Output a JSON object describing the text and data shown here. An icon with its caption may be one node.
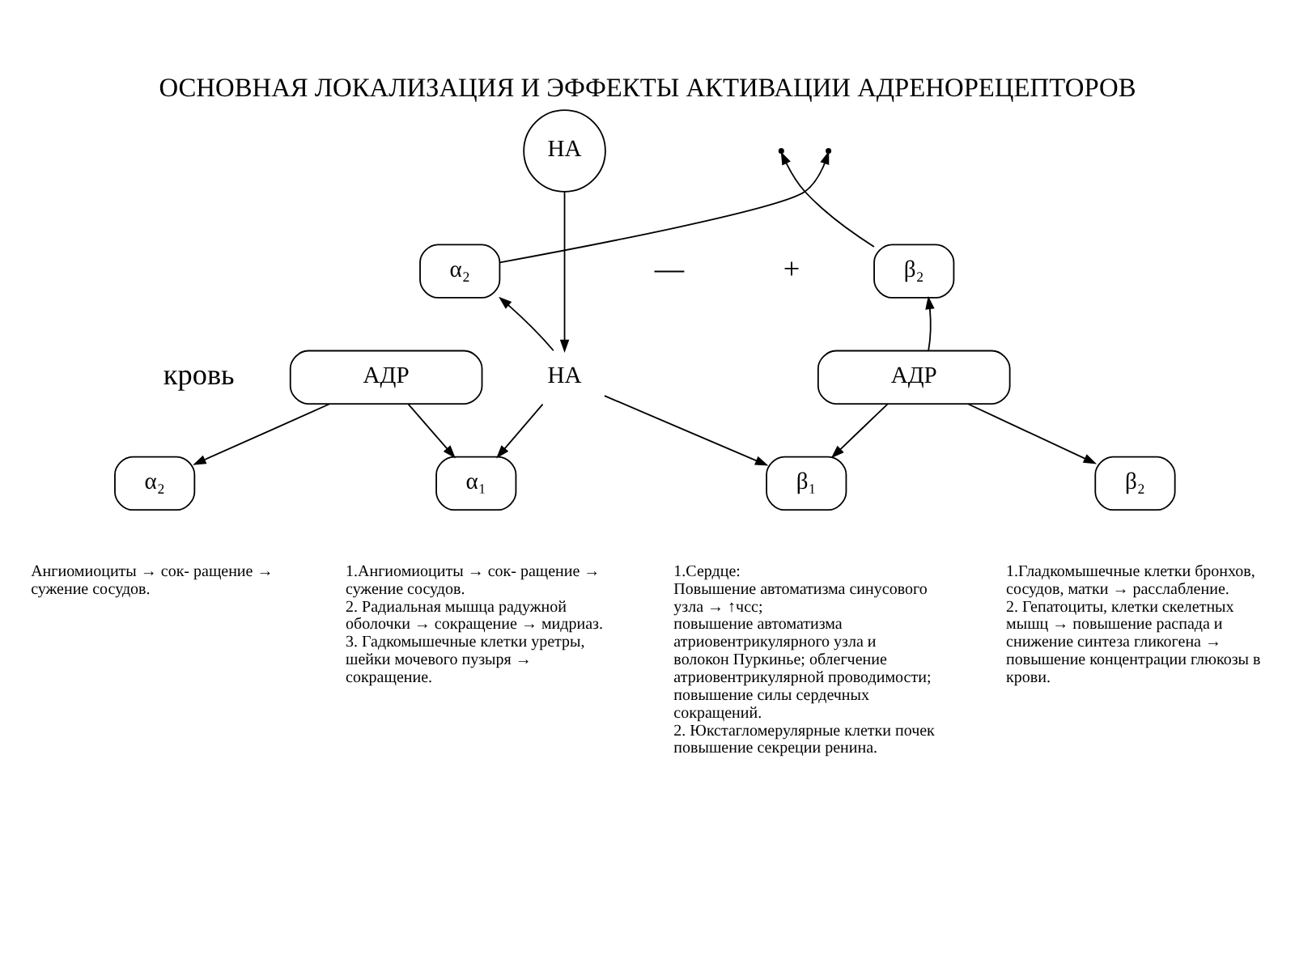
{
  "diagram": {
    "title": "ОСНОВНАЯ ЛОКАЛИЗАЦИЯ И ЭФФЕКТЫ АКТИВАЦИИ АДРЕНОРЕЦЕПТОРОВ",
    "nodes": [
      {
        "text": [
          "НА"
        ]
      },
      {
        "text": [
          "α₂"
        ]
      },
      {
        "text": [
          "β₂"
        ]
      },
      {
        "text": [
          "АДР"
        ]
      },
      {
        "text": [
          "АДР"
        ]
      },
      {
        "text": [
          "НА"
        ]
      },
      {
        "text": [
          "α₂"
        ],
        "beside": [
          "Ангиомиоциты → сок- ращение → сужение сосудов."
        ]
      },
      {
        "text": [
          "α₁"
        ],
        "beside": [
          "1.Ангиомиоциты → сок- ращение → сужение сосудов.",
          "2. Радиальная мышца радужной оболочки → сокращение → мидриаз.",
          "3. Гадкомышечные клетки уретры, шейки мочевого пузыря → сокращение."
        ]
      },
      {
        "text": [
          "β₁"
        ],
        "beside": [
          "1.Сердце:",
          "Повышение автоматизма синусового узла → ↑чсс;",
          "повышение автоматизма атриовентрикулярного узла и волокон Пуркинье; облегчение атриовентрикулярной проводимости;",
          "повышение силы сердечных сокращений.",
          "2. Юкстагломерулярные клетки почек повышение секреции ренина."
        ]
      },
      {
        "text": [
          "β₂"
        ],
        "beside": [
          "1.Гладкомышечные клетки бронхов, сосудов, матки → расслабление.",
          "2. Гепатоциты, клетки скелетных мышц → повышение распада и снижение синтеза гликогена → повышение концентрации глюкозы в крови."
        ]
      }
    ],
    "edges": [
      {
        "from": 0,
        "to": 5,
        "arrow": "to"
      },
      {
        "from": 1,
        "to": null,
        "arrow": "to"
      },
      {
        "from": 2,
        "to": null,
        "arrow": "to"
      },
      {
        "from": 5,
        "to": 1,
        "arrow": "to"
      },
      {
        "from": 4,
        "to": 2,
        "arrow": "to"
      },
      {
        "from": 3,
        "to": 6,
        "arrow": "to"
      },
      {
        "from": 3,
        "to": 7,
        "arrow": "to"
      },
      {
        "from": 5,
        "to": 7,
        "arrow": "to"
      },
      {
        "from": 5,
        "to": 8,
        "arrow": "to"
      },
      {
        "from": 4,
        "to": 8,
        "arrow": "to"
      },
      {
        "from": 4,
        "to": 9,
        "arrow": "to"
      }
    ],
    "labels": [
      "—",
      "+",
      "кровь"
    ]
  }
}
